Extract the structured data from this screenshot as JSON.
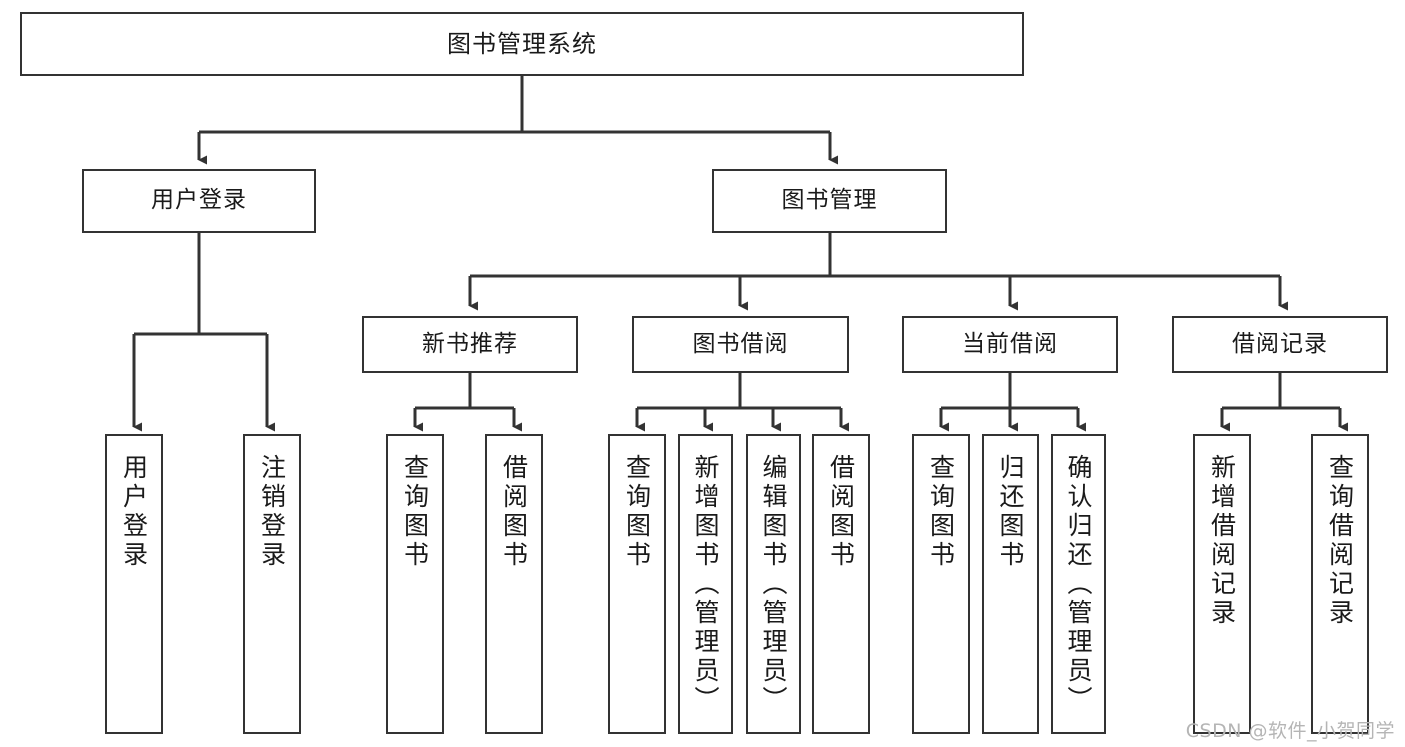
{
  "diagram": {
    "type": "tree-hierarchy",
    "title": "图书管理系统",
    "watermark": "CSDN @软件_小贺同学",
    "colors": {
      "background": "#ffffff",
      "box_border": "#333333",
      "box_fill": "#ffffff",
      "connector": "#333333",
      "text": "#1a1a1a",
      "watermark": "#b5b5b5"
    },
    "root": {
      "label": "图书管理系统"
    },
    "level2": [
      {
        "label": "用户登录"
      },
      {
        "label": "图书管理"
      }
    ],
    "level3": [
      {
        "label": "新书推荐"
      },
      {
        "label": "图书借阅"
      },
      {
        "label": "当前借阅"
      },
      {
        "label": "借阅记录"
      }
    ],
    "leaves": {
      "user_login": [
        {
          "label": "用户登录"
        },
        {
          "label": "注销登录"
        }
      ],
      "new_book_recommend": [
        {
          "label": "查询图书"
        },
        {
          "label": "借阅图书"
        }
      ],
      "book_borrow": [
        {
          "label": "查询图书"
        },
        {
          "label": "新增图书（管理员）"
        },
        {
          "label": "编辑图书（管理员）"
        },
        {
          "label": "借阅图书"
        }
      ],
      "current_borrow": [
        {
          "label": "查询图书"
        },
        {
          "label": "归还图书"
        },
        {
          "label": "确认归还（管理员）"
        }
      ],
      "borrow_record": [
        {
          "label": "新增借阅记录"
        },
        {
          "label": "查询借阅记录"
        }
      ]
    }
  }
}
